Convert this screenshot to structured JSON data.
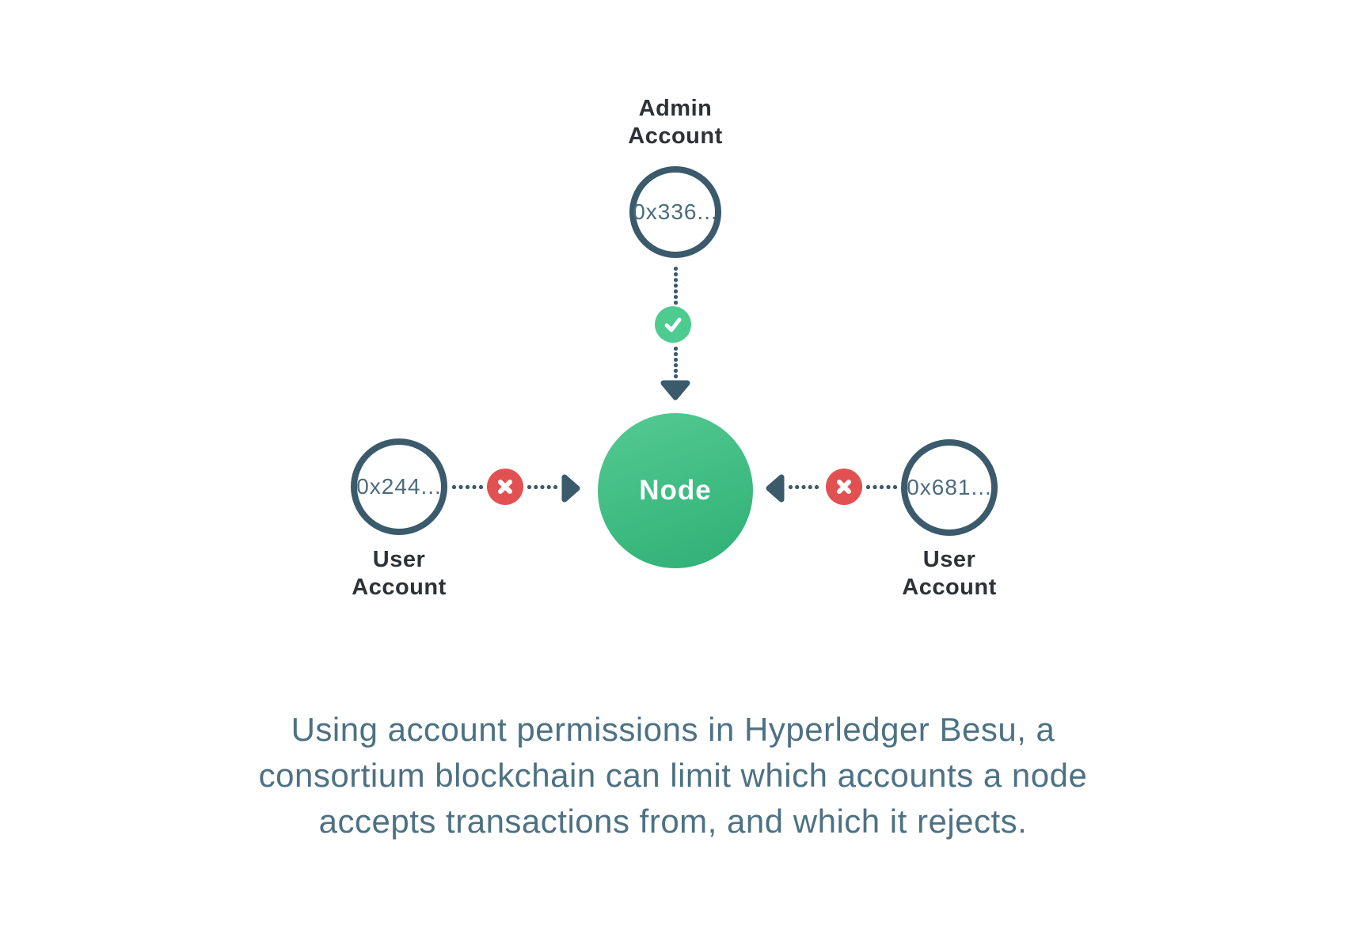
{
  "diagram": {
    "admin": {
      "label_line1": "Admin",
      "label_line2": "Account",
      "address": "0x336..."
    },
    "node": {
      "label": "Node"
    },
    "left_user": {
      "label_line1": "User",
      "label_line2": "Account",
      "address": "0x244..."
    },
    "right_user": {
      "label_line1": "User",
      "label_line2": "Account",
      "address": "0x681..."
    },
    "icons": {
      "approve": "check-icon",
      "deny": "x-icon",
      "arrow": "arrowhead-icon"
    }
  },
  "caption": {
    "lines": [
      "Using account permissions in Hyperledger Besu, a",
      "consortium blockchain can limit which accounts a node",
      "accepts transactions from, and which it rejects."
    ]
  },
  "colors": {
    "slate": "#3b5a6c",
    "label_dark": "#2d3237",
    "address_text": "#4c6b7e",
    "approve_green": "#4ecb8f",
    "node_green_top": "#54ca92",
    "node_green_bottom": "#2eb075",
    "deny_red": "#e25151",
    "caption_text": "#4d7183"
  }
}
